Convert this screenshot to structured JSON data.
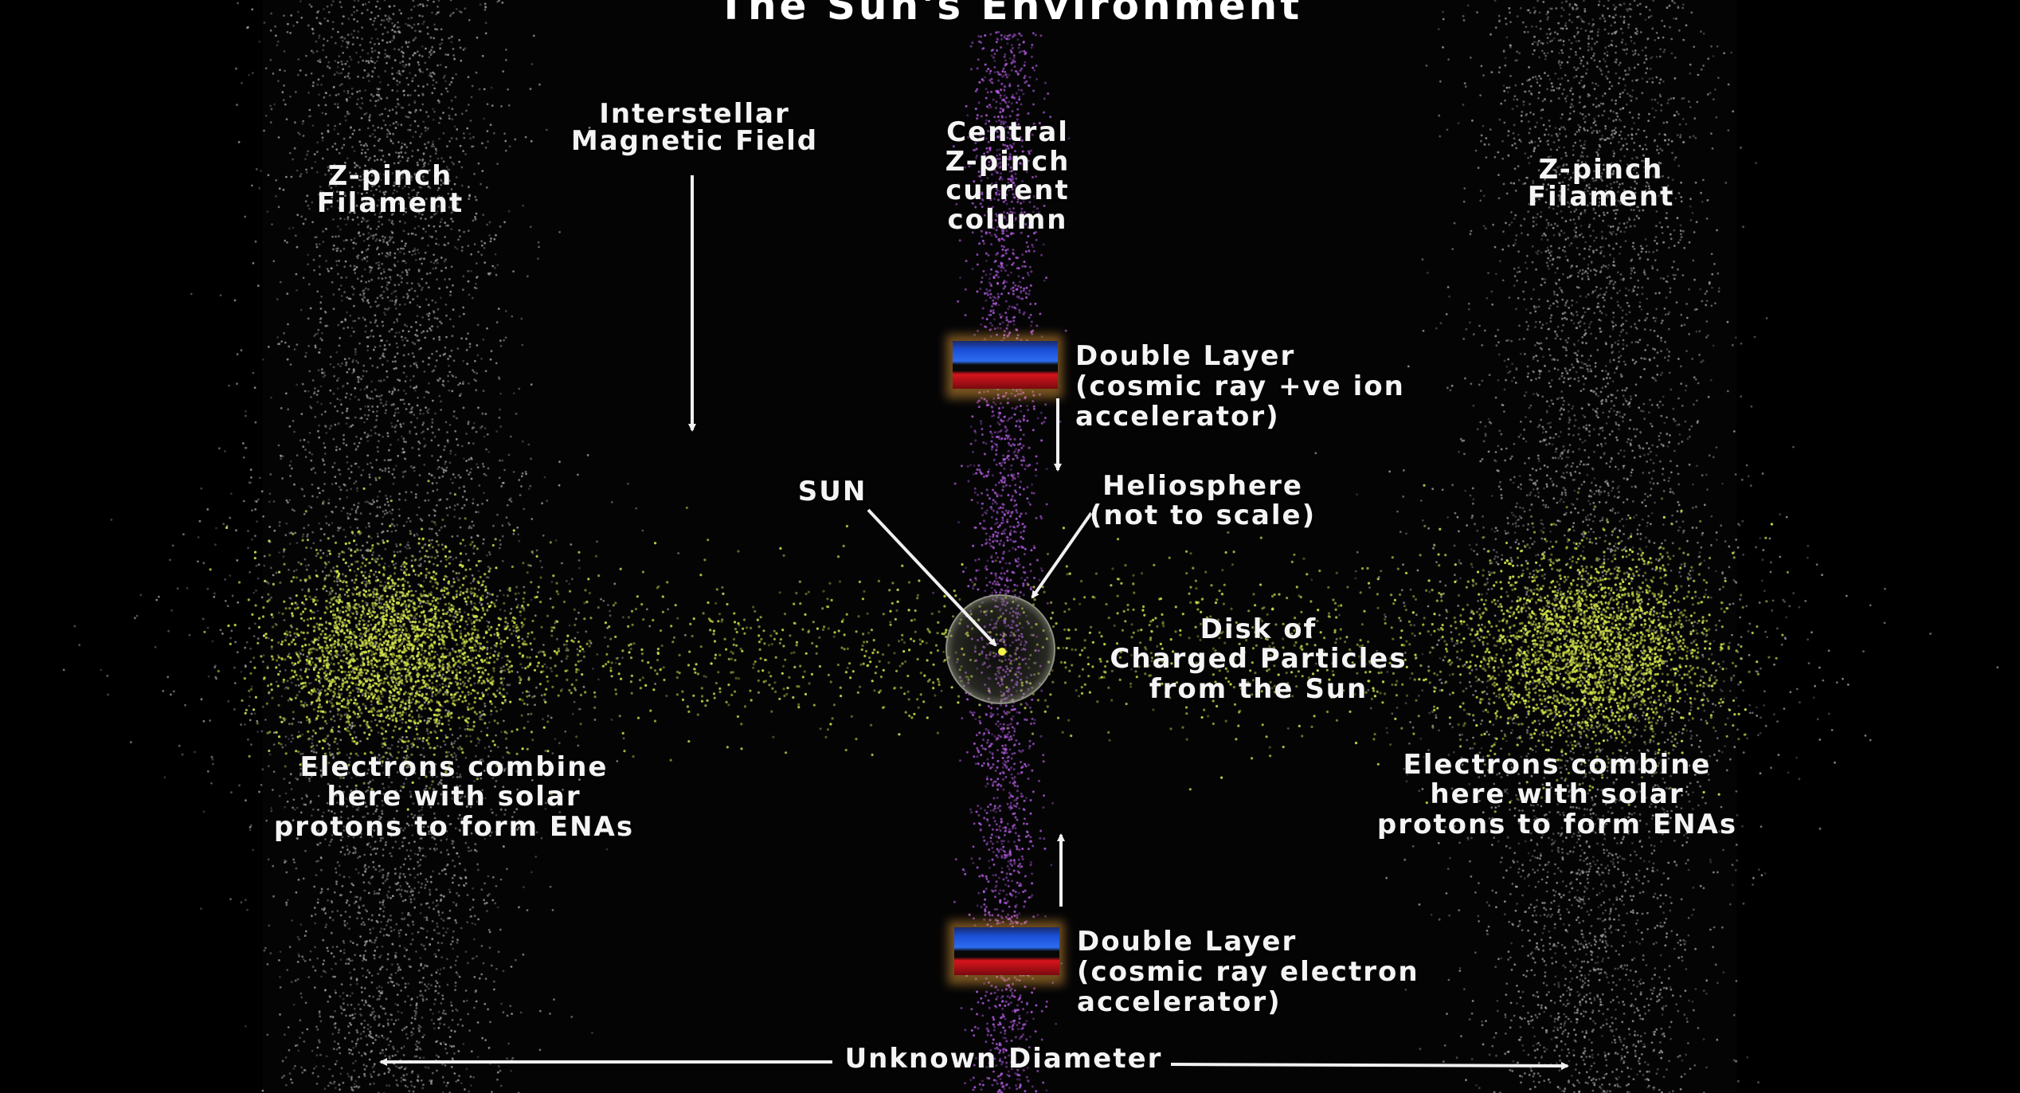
{
  "diagram": {
    "title": "The Sun's Environment",
    "labels": {
      "interstellar_field": "Interstellar\nMagnetic Field",
      "central_column": "Central\nZ-pinch\ncurrent\ncolumn",
      "filament_left": "Z-pinch\nFilament",
      "filament_right": "Z-pinch\nFilament",
      "double_layer_top": "Double Layer\n (cosmic ray +ve ion\naccelerator)",
      "double_layer_bottom": "Double Layer\n (cosmic ray electron\naccelerator)",
      "sun": "SUN",
      "heliosphere": "Heliosphere\n(not to scale)",
      "disk": "Disk of\nCharged Particles\nfrom the Sun",
      "ena_left": "Electrons combine\nhere with solar\nprotons to form ENAs",
      "ena_right": "Electrons combine\nhere with solar\nprotons to form ENAs",
      "diameter": "Unknown Diameter"
    },
    "colors": {
      "filament": "#a8a8a8",
      "column": "#b05adc",
      "disk": "#d6e64a",
      "layer_blue": "#1a4fd6",
      "layer_red": "#d8141c"
    }
  }
}
